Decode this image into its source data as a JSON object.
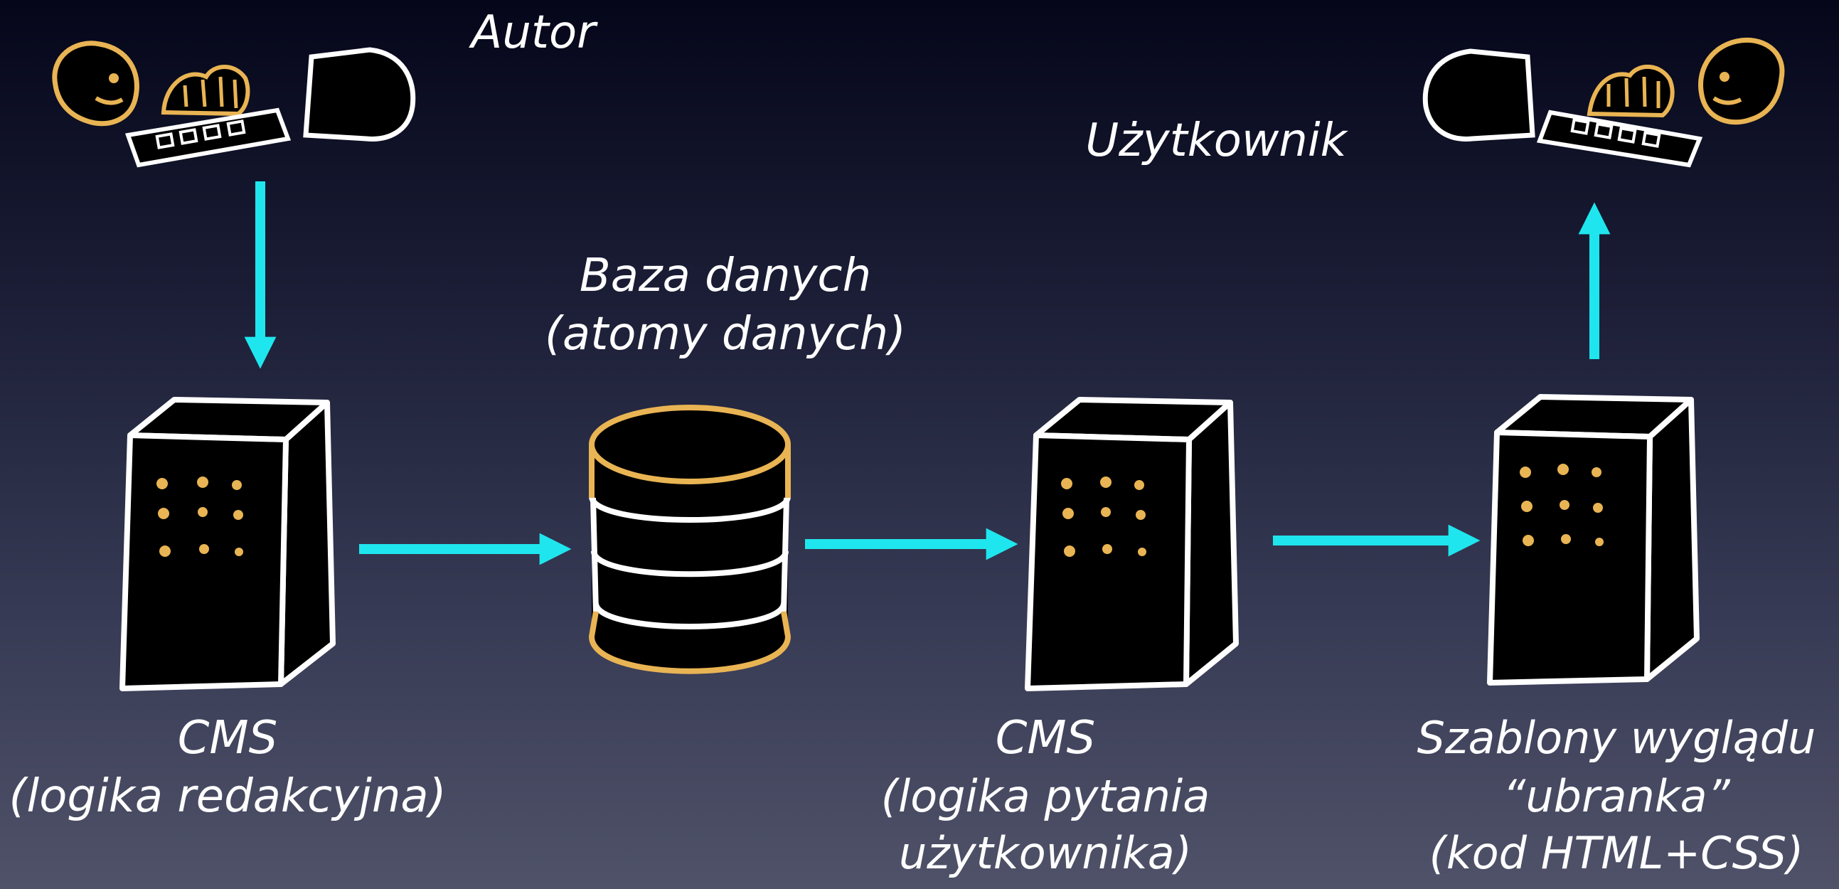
{
  "labels": {
    "author": "Autor",
    "user": "Użytkownik",
    "db_title": "Baza danych",
    "db_sub": "(atomy danych)",
    "cms1_title": "CMS",
    "cms1_sub": "(logika redakcyjna)",
    "cms2_title": "CMS",
    "cms2_sub1": "(logika pytania",
    "cms2_sub2": "użytkownika)",
    "tpl_title": "Szablony wyglądu",
    "tpl_sub1": "“ubranka”",
    "tpl_sub2": "(kod HTML+CSS)"
  },
  "colors": {
    "arrow": "#1fe6ee",
    "sketch_outline": "#ffffff",
    "accent": "#e9b453",
    "fill": "#000000"
  }
}
